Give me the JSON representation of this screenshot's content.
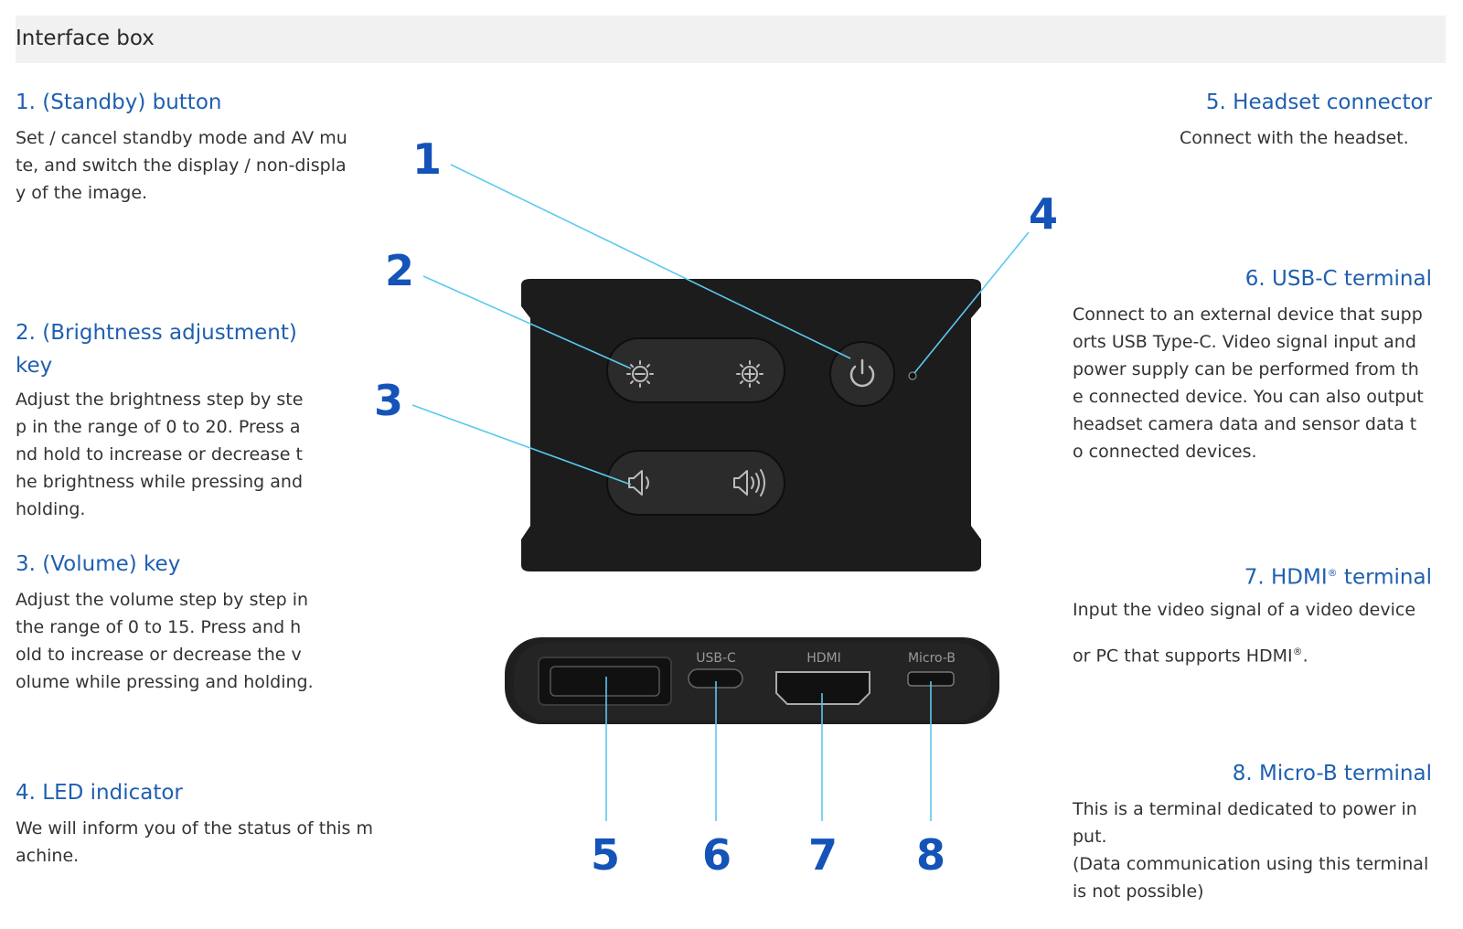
{
  "header": {
    "title": "Interface box"
  },
  "sections": [
    {
      "title": "1. (Standby) button",
      "desc": "Set / cancel standby mode and AV mu\nte, and switch the display / non-displa\ny of the image."
    },
    {
      "title": "2. (Brightness adjustment)\nkey",
      "desc": "Adjust the brightness step by ste\np in the range of 0 to 20. Press a\nnd hold to increase or decrease t\nhe brightness while pressing and\nholding."
    },
    {
      "title": "3. (Volume) key",
      "desc": "Adjust the volume step by step in\nthe range of 0 to 15. Press and h\nold to increase or decrease the v\nolume while pressing and holding."
    },
    {
      "title": "4. LED indicator",
      "desc": "We will inform you of the status of this m\nachine."
    },
    {
      "title": "5. Headset connector",
      "desc": "Connect with the headset."
    },
    {
      "title": "6. USB-C terminal",
      "desc": "Connect to an external device that supp\norts USB Type-C. Video signal input and\npower supply can be performed from th\ne connected device. You can also output\nheadset camera data and sensor data t\no connected devices."
    },
    {
      "title_a": "7. HDMI",
      "title_reg": "®",
      "title_b": "terminal",
      "desc_a": "Input the video signal of a video device",
      "desc_b": "or PC that supports HDMI",
      "desc_reg": "®",
      "desc_end": "."
    },
    {
      "title": "8. Micro-B terminal",
      "desc": "This is a terminal dedicated to power in\nput.\n(Data communication using this terminal\nis not possible)"
    }
  ],
  "figure": {
    "callouts": [
      "1",
      "2",
      "3",
      "4",
      "5",
      "6",
      "7",
      "8"
    ],
    "port_labels": [
      "USB-C",
      "HDMI",
      "Micro-B"
    ],
    "colors": {
      "title": "#1f5fb0",
      "callout": "#1453b8",
      "leader": "#5cc8f0",
      "device": "#1a1a1a"
    }
  }
}
